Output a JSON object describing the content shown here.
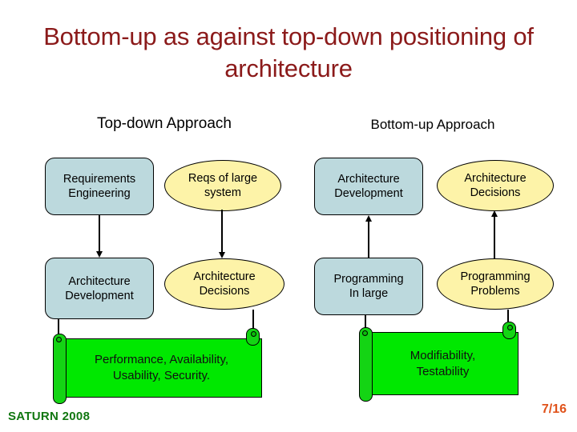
{
  "slide": {
    "title": "Bottom-up as against top-down positioning of architecture",
    "background_color": "#ffffff",
    "title_color": "#8b1a1a"
  },
  "columns": {
    "left_header": "Top-down Approach",
    "right_header": "Bottom-up Approach"
  },
  "palette": {
    "process_box": "#bcd9dd",
    "artifact_ellipse": "#fdf3a8",
    "banner_green": "#00e800",
    "outline": "#000000",
    "brand_green": "#117711",
    "page_orange": "#e0521a"
  },
  "nodes": {
    "top_down": [
      {
        "id": "requirements-engineering",
        "shape": "rounded-rect",
        "lines": [
          "Requirements",
          "Engineering"
        ]
      },
      {
        "id": "reqs-of-large-system",
        "shape": "ellipse",
        "lines": [
          "Reqs of large",
          "system"
        ]
      },
      {
        "id": "architecture-development",
        "shape": "rounded-rect",
        "lines": [
          "Architecture",
          "Development"
        ]
      },
      {
        "id": "architecture-decisions",
        "shape": "ellipse",
        "lines": [
          "Architecture",
          "Decisions"
        ]
      }
    ],
    "bottom_up": [
      {
        "id": "architecture-development",
        "shape": "rounded-rect",
        "lines": [
          "Architecture",
          "Development"
        ]
      },
      {
        "id": "architecture-decisions",
        "shape": "ellipse",
        "lines": [
          "Architecture",
          "Decisions"
        ]
      },
      {
        "id": "programming-in-large",
        "shape": "rounded-rect",
        "lines": [
          "Programming",
          "In large"
        ]
      },
      {
        "id": "programming-problems",
        "shape": "ellipse",
        "lines": [
          "Programming",
          "Problems"
        ]
      }
    ]
  },
  "node_text": {
    "req_eng_l1": "Requirements",
    "req_eng_l2": "Engineering",
    "reqs_large_l1": "Reqs of large",
    "reqs_large_l2": "system",
    "arch_dev_l1": "Architecture",
    "arch_dev_l2": "Development",
    "arch_dec_l1": "Architecture",
    "arch_dec_l2": "Decisions",
    "prog_large_l1": "Programming",
    "prog_large_l2": "In large",
    "prog_prob_l1": "Programming",
    "prog_prob_l2": "Problems"
  },
  "connectors": [
    {
      "id": "req-eng-to-arch-dev",
      "column": "top-down",
      "direction": "down"
    },
    {
      "id": "reqs-large-to-arch-dec",
      "column": "top-down",
      "direction": "down"
    },
    {
      "id": "prog-large-to-arch-dev",
      "column": "bottom-up",
      "direction": "up"
    },
    {
      "id": "prog-prob-to-arch-dec",
      "column": "bottom-up",
      "direction": "up"
    },
    {
      "id": "arch-dev-to-banner",
      "column": "top-down",
      "direction": "none"
    },
    {
      "id": "arch-dec-to-banner",
      "column": "top-down",
      "direction": "none"
    },
    {
      "id": "prog-large-to-banner",
      "column": "bottom-up",
      "direction": "none"
    },
    {
      "id": "prog-prob-to-banner",
      "column": "bottom-up",
      "direction": "none"
    }
  ],
  "banners": {
    "left": {
      "line1": "Performance, Availability,",
      "line2": "Usability, Security."
    },
    "right": {
      "line1": "Modifiability,",
      "line2": "Testability"
    }
  },
  "footer": {
    "brand": "SATURN 2008",
    "page_number": "7/16"
  }
}
